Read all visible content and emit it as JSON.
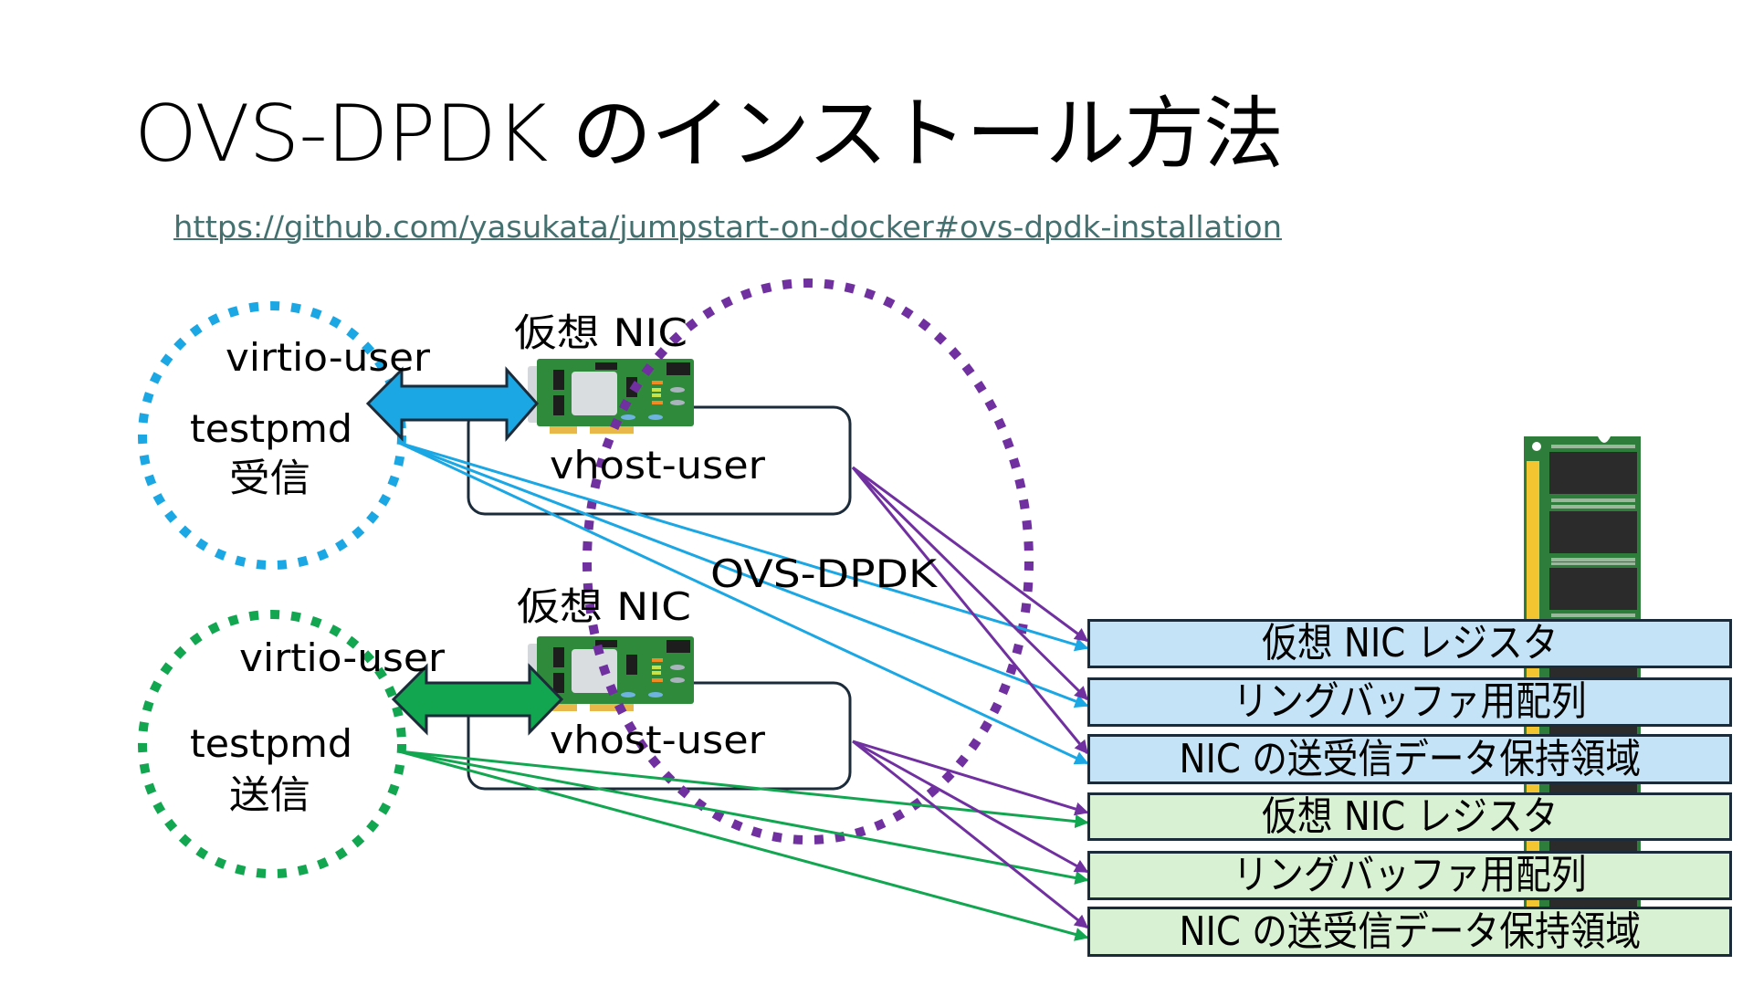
{
  "slide": {
    "title": "OVS-DPDK のインストール方法",
    "link": "https://github.com/yasukata/jumpstart-on-docker#ovs-dpdk-installation"
  },
  "receiver": {
    "virtio_label": "virtio-user",
    "app_label": "testpmd",
    "role_label": "受信",
    "nic_label": "仮想 NIC",
    "vhost_label": "vhost-user"
  },
  "sender": {
    "virtio_label": "virtio-user",
    "app_label": "testpmd",
    "role_label": "送信",
    "nic_label": "仮想 NIC",
    "vhost_label": "vhost-user"
  },
  "switch": {
    "label": "OVS-DPDK"
  },
  "memory_regions": [
    {
      "label": "仮想 NIC レジスタ",
      "group": "receiver"
    },
    {
      "label": "リングバッファ用配列",
      "group": "receiver"
    },
    {
      "label": "NIC の送受信データ保持領域",
      "group": "receiver"
    },
    {
      "label": "仮想 NIC レジスタ",
      "group": "sender"
    },
    {
      "label": "リングバッファ用配列",
      "group": "sender"
    },
    {
      "label": "NIC の送受信データ保持領域",
      "group": "sender"
    }
  ],
  "colors": {
    "receiver": "#1aa7e3",
    "sender": "#12a650",
    "ovs": "#7030a0",
    "receiver_fill": "#c5e3f6",
    "sender_fill": "#d8f1d2",
    "outline": "#1b2b3a",
    "link": "#44706f"
  },
  "icons": {
    "nic": "network-card-icon",
    "memory": "memory-module-icon"
  }
}
